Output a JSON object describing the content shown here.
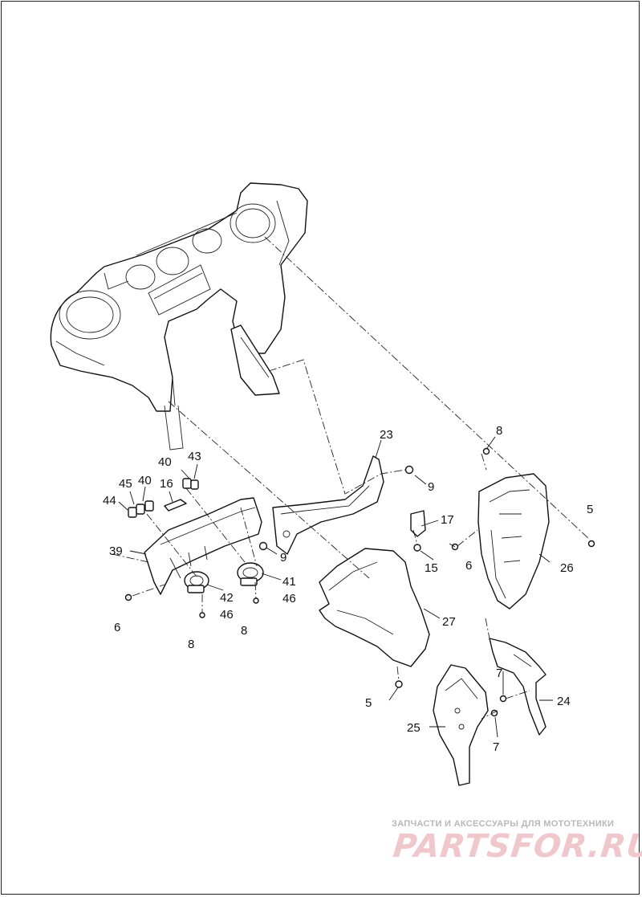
{
  "diagram": {
    "callouts": [
      {
        "id": "c23",
        "text": "23"
      },
      {
        "id": "c8a",
        "text": "8"
      },
      {
        "id": "c9a",
        "text": "9"
      },
      {
        "id": "c43",
        "text": "43"
      },
      {
        "id": "c40a",
        "text": "40"
      },
      {
        "id": "c45",
        "text": "45"
      },
      {
        "id": "c40b",
        "text": "40"
      },
      {
        "id": "c16",
        "text": "16"
      },
      {
        "id": "c44",
        "text": "44"
      },
      {
        "id": "c17",
        "text": "17"
      },
      {
        "id": "c5a",
        "text": "5"
      },
      {
        "id": "c39",
        "text": "39"
      },
      {
        "id": "c9b",
        "text": "9"
      },
      {
        "id": "c6a",
        "text": "6"
      },
      {
        "id": "c15",
        "text": "15"
      },
      {
        "id": "c26",
        "text": "26"
      },
      {
        "id": "c41",
        "text": "41"
      },
      {
        "id": "c42",
        "text": "42"
      },
      {
        "id": "c46a",
        "text": "46"
      },
      {
        "id": "c46b",
        "text": "46"
      },
      {
        "id": "c6b",
        "text": "6"
      },
      {
        "id": "c27",
        "text": "27"
      },
      {
        "id": "c8b",
        "text": "8"
      },
      {
        "id": "c8c",
        "text": "8"
      },
      {
        "id": "c7a",
        "text": "7"
      },
      {
        "id": "c5b",
        "text": "5"
      },
      {
        "id": "c24",
        "text": "24"
      },
      {
        "id": "c25",
        "text": "25"
      },
      {
        "id": "c7b",
        "text": "7"
      }
    ]
  },
  "watermark": {
    "caption": "ЗАПЧАСТИ И АКСЕССУАРЫ ДЛЯ МОТОТЕХНИКИ",
    "brand": "PARTSFOR.RU",
    "color": "#e07a86"
  }
}
